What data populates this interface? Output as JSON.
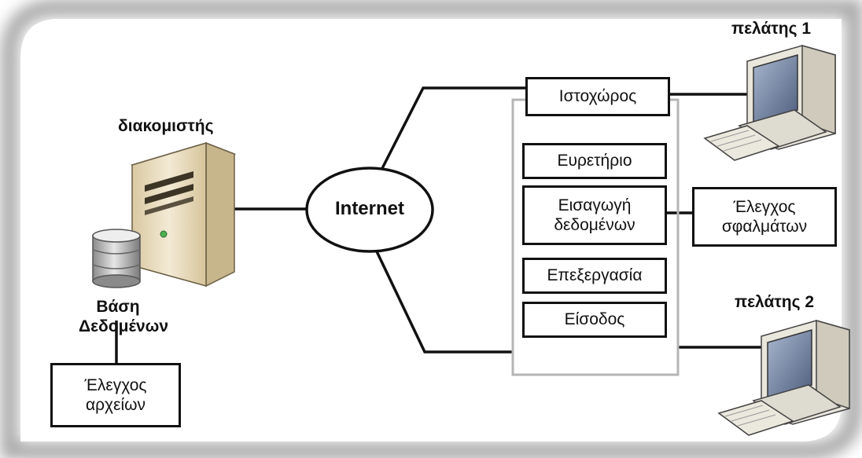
{
  "nodes": {
    "server": "διακομιστής",
    "database_line1": "Βάση",
    "database_line2": "Δεδομένων",
    "file_check_line1": "Έλεγχος",
    "file_check_line2": "αρχείων",
    "internet": "Internet",
    "website": "Ιστοχώρος",
    "index": "Ευρετήριο",
    "data_entry_line1": "Εισαγωγή",
    "data_entry_line2": "δεδομένων",
    "error_check_line1": "Έλεγχος",
    "error_check_line2": "σφαλμάτων",
    "processing": "Επεξεργασία",
    "login": "Είσοδος",
    "client1": "πελάτης 1",
    "client2": "πελάτης 2"
  },
  "icons": {
    "server": "server-tower-icon",
    "database": "database-cylinder-icon",
    "client1": "desktop-computer-icon",
    "client2": "desktop-computer-icon"
  },
  "colors": {
    "line": "#111111",
    "panel_border": "#b5b5b5",
    "frame_shadow": "#9a9a9a",
    "server_body": "#e8dcbf",
    "server_side": "#c9b78f",
    "computer_body": "#e9e6dc",
    "screen": "#5d6d8a"
  }
}
